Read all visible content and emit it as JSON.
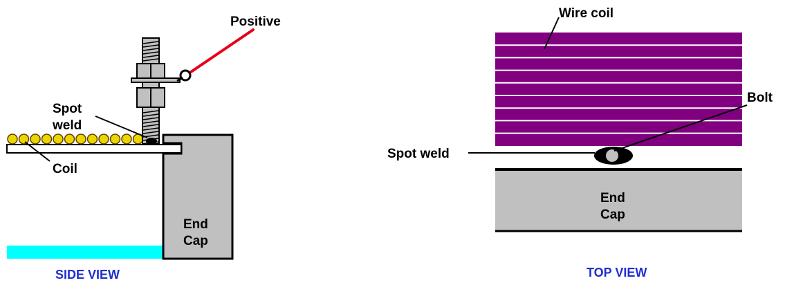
{
  "side_view": {
    "caption": "SIDE VIEW",
    "labels": {
      "positive": "Positive",
      "spot_weld_line1": "Spot",
      "spot_weld_line2": "weld",
      "coil": "Coil",
      "end_cap_line1": "End",
      "end_cap_line2": "Cap"
    }
  },
  "top_view": {
    "caption": "TOP VIEW",
    "labels": {
      "wire_coil": "Wire coil",
      "bolt": "Bolt",
      "spot_weld": "Spot weld",
      "end_cap_line1": "End",
      "end_cap_line2": "Cap"
    }
  },
  "colors": {
    "coil_purple": "#800080",
    "end_cap_gray": "#c0c0c0",
    "positive_wire_red": "#e8001c",
    "coil_bead_yellow": "#e8d800",
    "water_cyan": "#00ffff",
    "caption_blue": "#1f2fd0"
  }
}
